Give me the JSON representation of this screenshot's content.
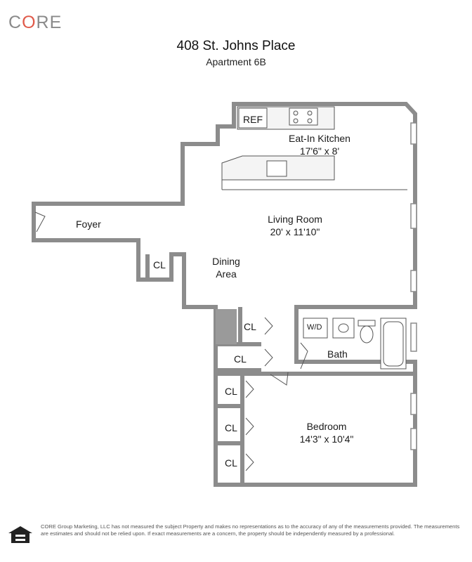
{
  "brand": {
    "logo_text": "CORE",
    "accent_color": "#e05a4a",
    "text_color": "#8a8a8a"
  },
  "header": {
    "title": "408 St. Johns Place",
    "subtitle": "Apartment 6B"
  },
  "rooms": {
    "kitchen_name": "Eat-In Kitchen",
    "kitchen_dims": "17'6\" x 8'",
    "living_name": "Living Room",
    "living_dims": "20' x 11'10\"",
    "foyer": "Foyer",
    "dining_line1": "Dining",
    "dining_line2": "Area",
    "bath": "Bath",
    "bedroom_name": "Bedroom",
    "bedroom_dims": "14'3\" x 10'4\""
  },
  "fixtures": {
    "ref": "REF",
    "washer_dryer": "W/D",
    "closet": "CL"
  },
  "footer": {
    "disclaimer": "CORE Group Marketing, LLC has not measured the subject Property and makes no representations as to the accuracy of any of the measurements provided. The measurements are estimates and should not be relied upon. If exact measurements are a concern, the property should be independently measured by a professional.",
    "housing_icon": "equal-housing-opportunity-icon"
  },
  "colors": {
    "wall": "#8c8c8c",
    "wall_fill": "#9a9a9a",
    "room_fill": "#ffffff"
  }
}
